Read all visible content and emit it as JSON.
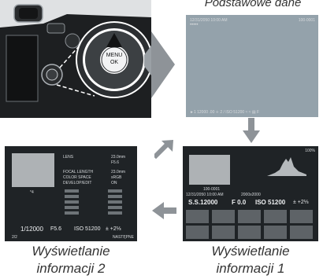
{
  "colors": {
    "page_bg": "#ffffff",
    "arrow_gray": "#8e9398",
    "screen_basic": "#94a2ab",
    "screen_dark": "#1f2326",
    "caption_text": "#333333"
  },
  "icons": {
    "big_arrow_right": "chevron-right",
    "arrow_diagonal": "arrow-up-right",
    "arrow_down": "arrow-down",
    "arrow_left": "arrow-left",
    "camera_dpad_up": "triangle-up"
  },
  "camera": {
    "menu_label_line1": "MENU",
    "menu_label_line2": "OK"
  },
  "basic_screen": {
    "title": "Podstawowe dane",
    "datetime": "12/31/2050 10:00 AM",
    "frame_number": "100-0001",
    "rating": "•••••",
    "bottom_bar": "►1  12000  .00  ∔ 2 /  ISO 51200  ≈ ≈  ▤  F"
  },
  "info1_screen": {
    "battery": "100%",
    "frame_number": "100-0001",
    "datetime": "12/31/2050 10:00 AM",
    "image_size": "2000x2000",
    "shutter": "S.S.12000",
    "aperture": "F 0.0",
    "iso": "ISO 51200",
    "exposure_comp": "± +2⅓"
  },
  "info2_screen": {
    "rows": [
      "LENS",
      "FOCAL LENGTH",
      "COLOR SPACE",
      "DEVELOP/EDIT"
    ],
    "values": [
      "23.0mm",
      "F5.6",
      "23.0mm",
      "sRGB",
      "ON"
    ],
    "marker": "*4",
    "shutter": "1/12000",
    "aperture": "F5.6",
    "iso": "ISO 51200",
    "exposure_comp": "± +2⅓",
    "page": "2/2",
    "next_label": "NASTĘPNE"
  },
  "captions": {
    "info2_line1": "Wyświetlanie",
    "info2_line2": "informacji 2",
    "info1_line1": "Wyświetlanie",
    "info1_line2": "informacji 1"
  }
}
